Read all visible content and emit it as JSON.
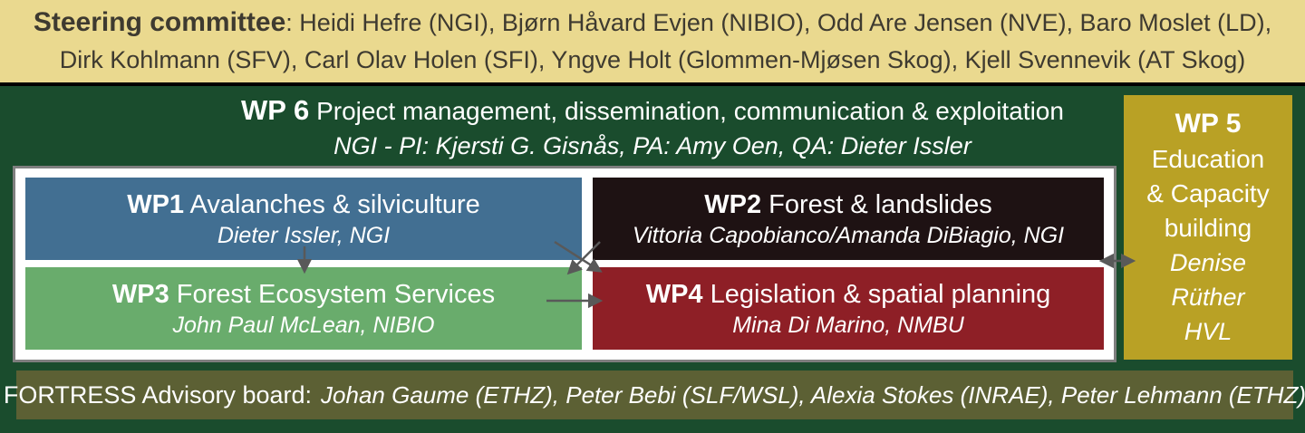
{
  "colors": {
    "banner_bg": "#ead98f",
    "banner_text": "#3e3a30",
    "page_bg": "#1a4c2d",
    "wp1": "#426f92",
    "wp2": "#1e1213",
    "wp3": "#69ac6c",
    "wp4": "#8e1f26",
    "wp5": "#b9a125",
    "advisory_bg": "#5c6034"
  },
  "steering_committee": {
    "label": "Steering committee",
    "line1_rest": ": Heidi Hefre (NGI), Bjørn Håvard Evjen (NIBIO), Odd Are Jensen (NVE), Baro Moslet (LD),",
    "line2": "Dirk Kohlmann (SFV), Carl Olav Holen (SFI), Yngve Holt (Glommen-Mjøsen Skog), Kjell Svennevik (AT Skog)"
  },
  "wp6": {
    "code": "WP 6",
    "title": "Project management, dissemination, communication & exploitation",
    "people": "NGI - PI: Kjersti G. Gisnås, PA: Amy Oen, QA: Dieter Issler"
  },
  "wp1": {
    "code": "WP1",
    "title": "Avalanches & silviculture",
    "people": "Dieter Issler, NGI"
  },
  "wp2": {
    "code": "WP2",
    "title": "Forest & landslides",
    "people": "Vittoria Capobianco/Amanda DiBiagio, NGI"
  },
  "wp3": {
    "code": "WP3",
    "title": "Forest Ecosystem Services",
    "people": "John Paul McLean, NIBIO"
  },
  "wp4": {
    "code": "WP4",
    "title": "Legislation & spatial planning",
    "people": "Mina Di Marino, NMBU"
  },
  "wp5": {
    "code": "WP 5",
    "title_lines": [
      "Education",
      "& Capacity",
      "building"
    ],
    "people_lines": [
      "Denise",
      "Rüther",
      "HVL"
    ]
  },
  "advisory_board": {
    "label": "FORTRESS Advisory board:",
    "members": "Johan Gaume (ETHZ), Peter Bebi (SLF/WSL), Alexia Stokes (INRAE), Peter Lehmann (ETHZ)"
  }
}
